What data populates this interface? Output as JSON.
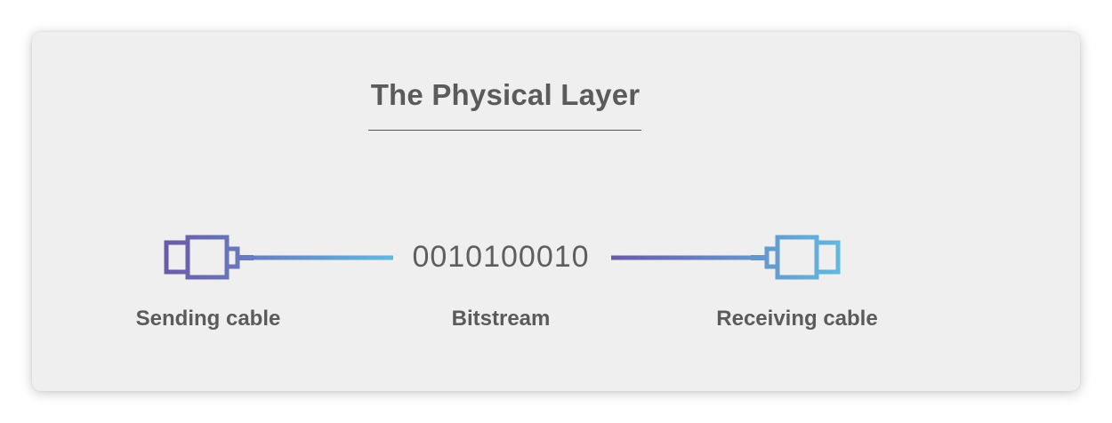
{
  "title": "The Physical Layer",
  "bitstream_value": "0010100010",
  "labels": {
    "sending": "Sending cable",
    "bitstream": "Bitstream",
    "receiving": "Receiving cable"
  },
  "colors": {
    "gradient_start": "#6a5aa8",
    "gradient_end": "#62b8e0",
    "card_background": "#efefef",
    "text": "#5b5b5b"
  },
  "icons": {
    "left": "cable-plug-icon",
    "right": "cable-plug-icon"
  }
}
